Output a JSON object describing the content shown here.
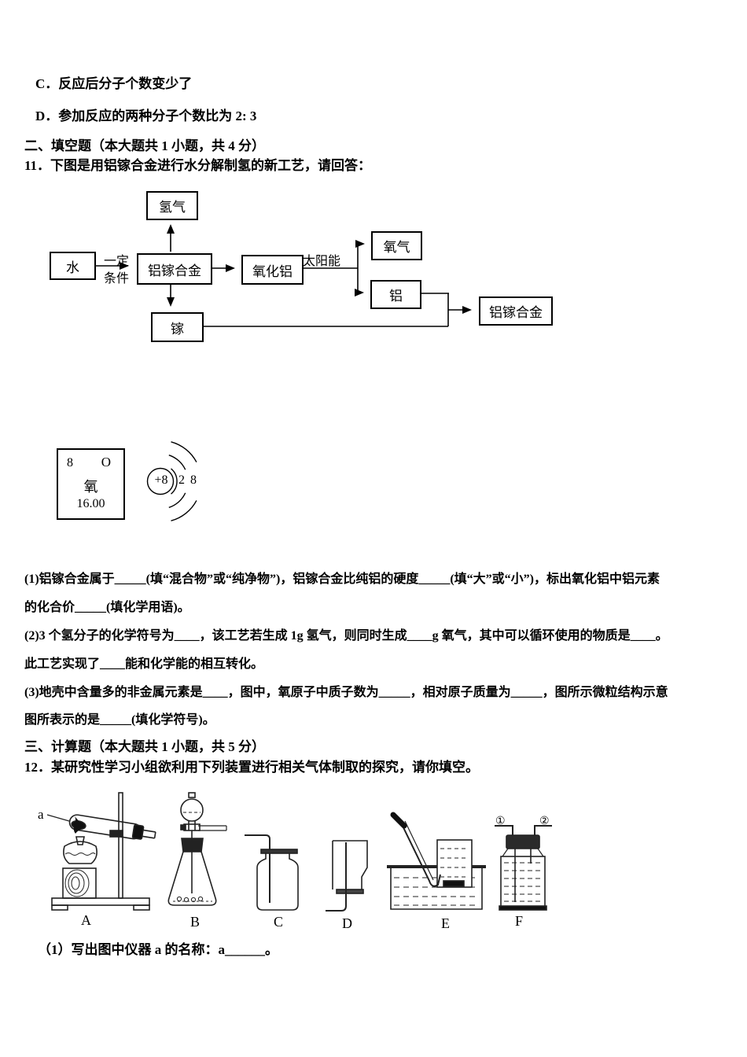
{
  "options": {
    "c": "C．反应后分子个数变少了",
    "d": "D．参加反应的两种分子个数比为 2: 3"
  },
  "section_fill": {
    "heading": "二、填空题（本大题共 1 小题，共 4 分）",
    "question": "11．下图是用铝镓合金进行水分解制氢的新工艺，请回答："
  },
  "flowchart": {
    "nodes": {
      "water": "水",
      "hydrogen": "氢气",
      "alloy": "铝镓合金",
      "oxide": "氧化铝",
      "oxygen": "氧气",
      "aluminum": "铝",
      "gallium": "镓",
      "alloy_product": "铝镓合金"
    },
    "condition_line1": "一定",
    "condition_line2": "条件",
    "solar": "太阳能"
  },
  "element_card": {
    "atomic_number": "8",
    "symbol": "O",
    "name": "氧",
    "mass": "16.00"
  },
  "atom_diagram": {
    "nucleus": "+8",
    "shell_inner": "2",
    "shell_outer": "8"
  },
  "blanks": {
    "q1_line1": "(1)铝镓合金属于_____(填“混合物”或“纯净物”)，铝镓合金比纯铝的硬度_____(填“大”或“小”)，标出氧化铝中铝元素",
    "q1_line2": "的化合价_____(填化学用语)。",
    "q2_line1": "(2)3 个氢分子的化学符号为____，该工艺若生成 1g 氢气，则同时生成____g 氧气，其中可以循环使用的物质是____。",
    "q2_line2": "此工艺实现了____能和化学能的相互转化。",
    "q3_line1": "(3)地壳中含量多的非金属元素是____，图中，氧原子中质子数为_____，相对原子质量为_____，图所示微粒结构示意",
    "q3_line2": "图所表示的是_____(填化学符号)。"
  },
  "section_calc": {
    "heading": "三、计算题（本大题共 1 小题，共 5 分）",
    "question": "12．某研究性学习小组欲利用下列装置进行相关气体制取的探究，请你填空。"
  },
  "apparatus": {
    "pointer_label": "a",
    "label_a": "A",
    "label_b": "B",
    "label_c": "C",
    "label_d": "D",
    "label_e": "E",
    "label_f": "F",
    "port1": "①",
    "port2": "②"
  },
  "sub_question": "（1）写出图中仪器 a 的名称：a______。"
}
